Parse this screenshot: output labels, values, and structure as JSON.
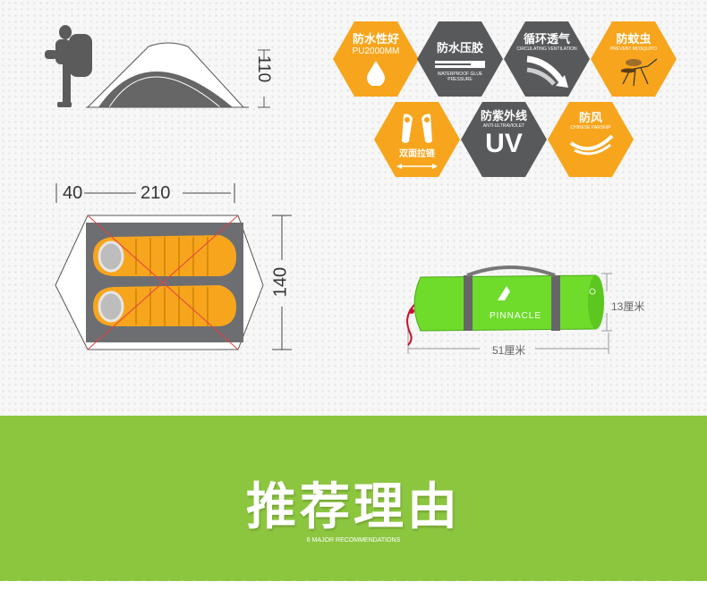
{
  "dimensions": {
    "tent_height": "110",
    "vestibule_length": "40",
    "floor_length": "210",
    "floor_width": "140",
    "bag_height": "13厘米",
    "bag_length": "51厘米"
  },
  "brand": {
    "name": "PINNACLE"
  },
  "features": [
    {
      "title": "防水性好",
      "subtitle": "PU2000MM",
      "icon": "water-drop-icon",
      "style": "orange"
    },
    {
      "title": "防水压胶",
      "subtitle": "WATERPROOF GLUE PRESSURE",
      "icon": "seam-tape-icon",
      "style": "dark"
    },
    {
      "title": "循环透气",
      "subtitle": "CIRCULATING VENTILATION",
      "icon": "airflow-arrows-icon",
      "style": "dark"
    },
    {
      "title": "防蚊虫",
      "subtitle": "PREVENT MOSQUITO",
      "icon": "mosquito-icon",
      "style": "orange"
    },
    {
      "title": "双面拉链",
      "subtitle": "",
      "icon": "zipper-pullers-icon",
      "style": "orange"
    },
    {
      "title": "防紫外线",
      "subtitle": "ANTI-ULTRAVIOLET",
      "icon": "uv-icon",
      "style": "dark",
      "badge": "UV"
    },
    {
      "title": "防风",
      "subtitle": "CHINESE PARSNIP",
      "icon": "wind-icon",
      "style": "orange"
    }
  ],
  "banner": {
    "title": "推荐理由",
    "subtitle": "6 MAJOR RECOMMENDATIONS"
  },
  "colors": {
    "accent_green": "#8cc63f",
    "orange": "#f7a51c",
    "dark_gray": "#58595b",
    "bag_green": "#6fdc2c"
  }
}
